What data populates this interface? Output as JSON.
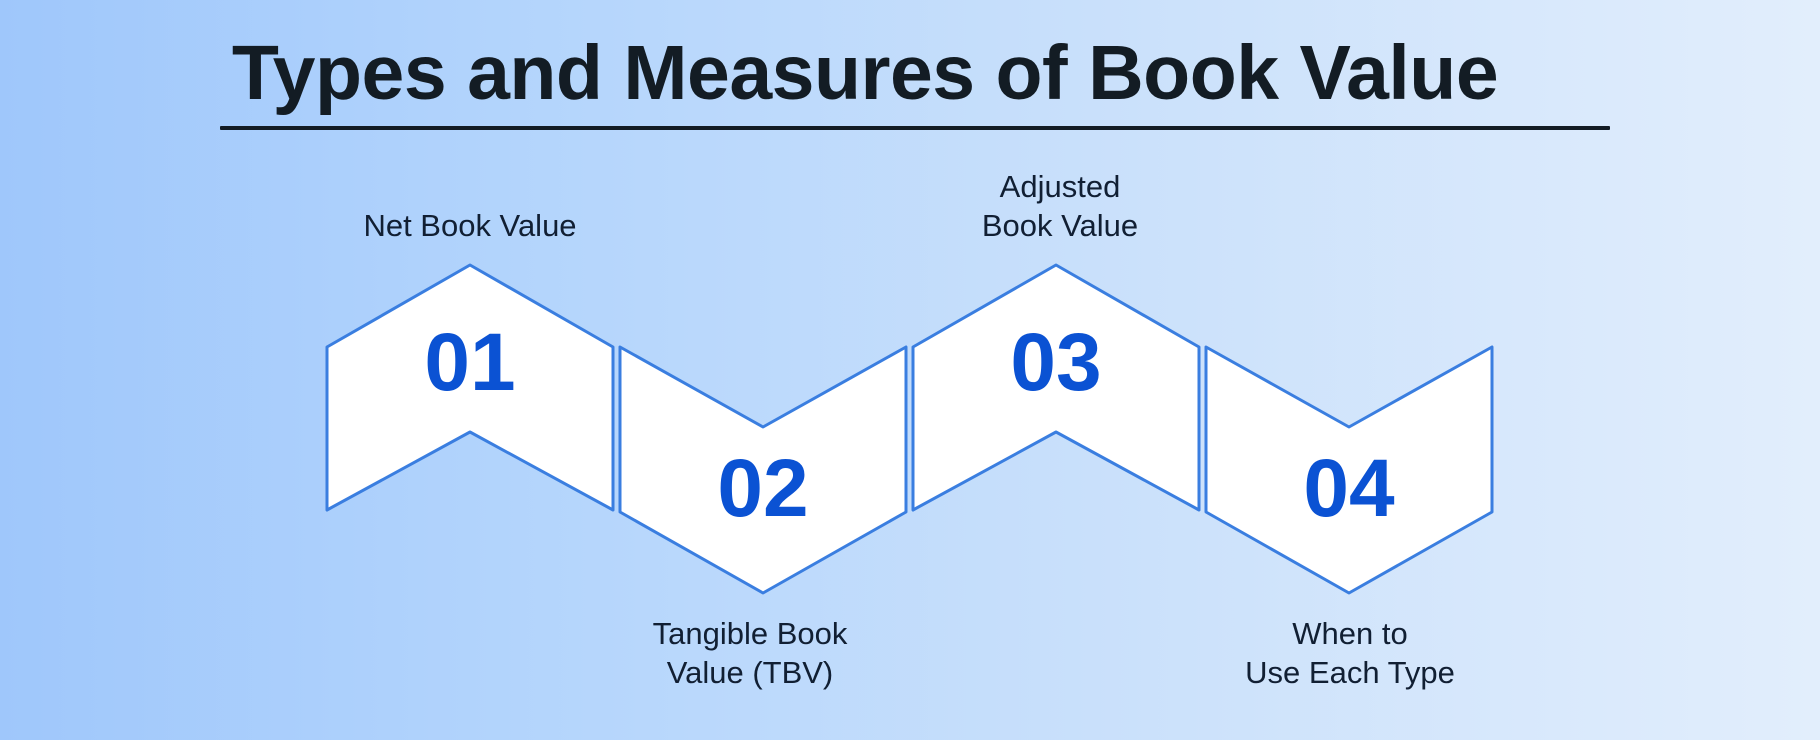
{
  "title": "Types and Measures of Book Value",
  "colors": {
    "background_left": "#9fc7fb",
    "background_right": "#e2eefc",
    "title_text": "#131c24",
    "shape_fill": "#ffffff",
    "shape_stroke": "#3a7ee0",
    "number_text": "#0b52d3",
    "label_text": "#111f33"
  },
  "steps": [
    {
      "number": "01",
      "label_lines": [
        "Net Book Value"
      ],
      "label_position": "top",
      "shape": "chevron-up"
    },
    {
      "number": "02",
      "label_lines": [
        "Tangible Book",
        "Value (TBV)"
      ],
      "label_position": "bottom",
      "shape": "chevron-down"
    },
    {
      "number": "03",
      "label_lines": [
        "Adjusted",
        "Book Value"
      ],
      "label_position": "top",
      "shape": "chevron-up"
    },
    {
      "number": "04",
      "label_lines": [
        "When to",
        "Use Each Type"
      ],
      "label_position": "bottom",
      "shape": "chevron-down"
    }
  ]
}
